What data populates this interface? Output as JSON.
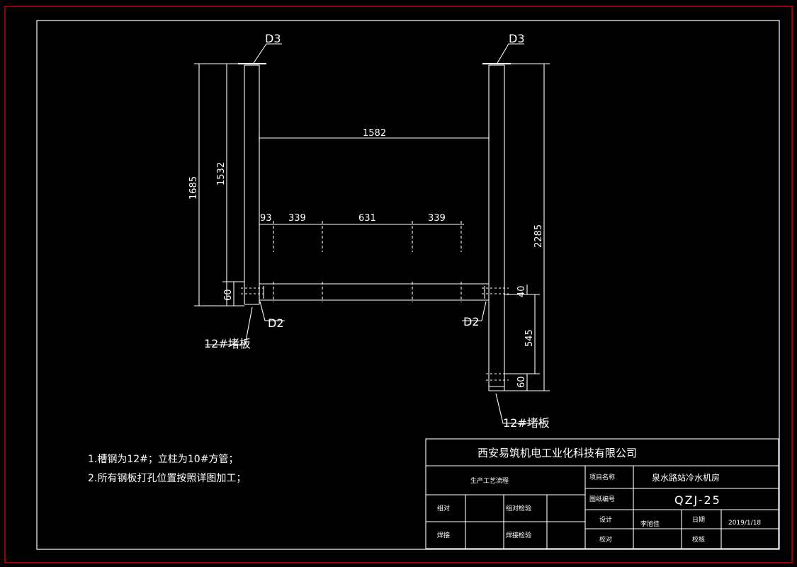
{
  "drawing": {
    "callouts": {
      "d3_left": "D3",
      "d3_right": "D3",
      "d2_left": "D2",
      "d2_right": "D2",
      "plate_left": "12#堵板",
      "plate_right": "12#堵板"
    },
    "dimensions": {
      "span": "1582",
      "seg1": "93",
      "seg2": "339",
      "seg3": "631",
      "seg4": "339",
      "left_total": "1685",
      "left_inner": "1532",
      "left_bottom": "60",
      "right_total": "2285",
      "right_upper": "40",
      "right_mid": "545",
      "right_bottom": "60"
    },
    "notes": [
      "1.槽钢为12#；立柱为10#方管；",
      "2.所有钢板打孔位置按照详图加工；"
    ]
  },
  "title_block": {
    "company": "西安易筑机电工业化科技有限公司",
    "process": "生产工艺流程",
    "project_label": "项目名称",
    "project_name": "泉水路站冷水机房",
    "drawing_no_label": "图纸编号",
    "drawing_no": "QZJ-25",
    "row1_a": "组对",
    "row1_b": "组对检验",
    "row2_a": "焊接",
    "row2_b": "焊接检验",
    "design_label": "设计",
    "designer": "李旭佳",
    "date_label": "日期",
    "date": "2019/1/18",
    "check_label": "校对",
    "verify_label": "校核"
  },
  "colors": {
    "background": "#000000",
    "lines": "#ffffff",
    "outer_border": "#cc0000"
  }
}
